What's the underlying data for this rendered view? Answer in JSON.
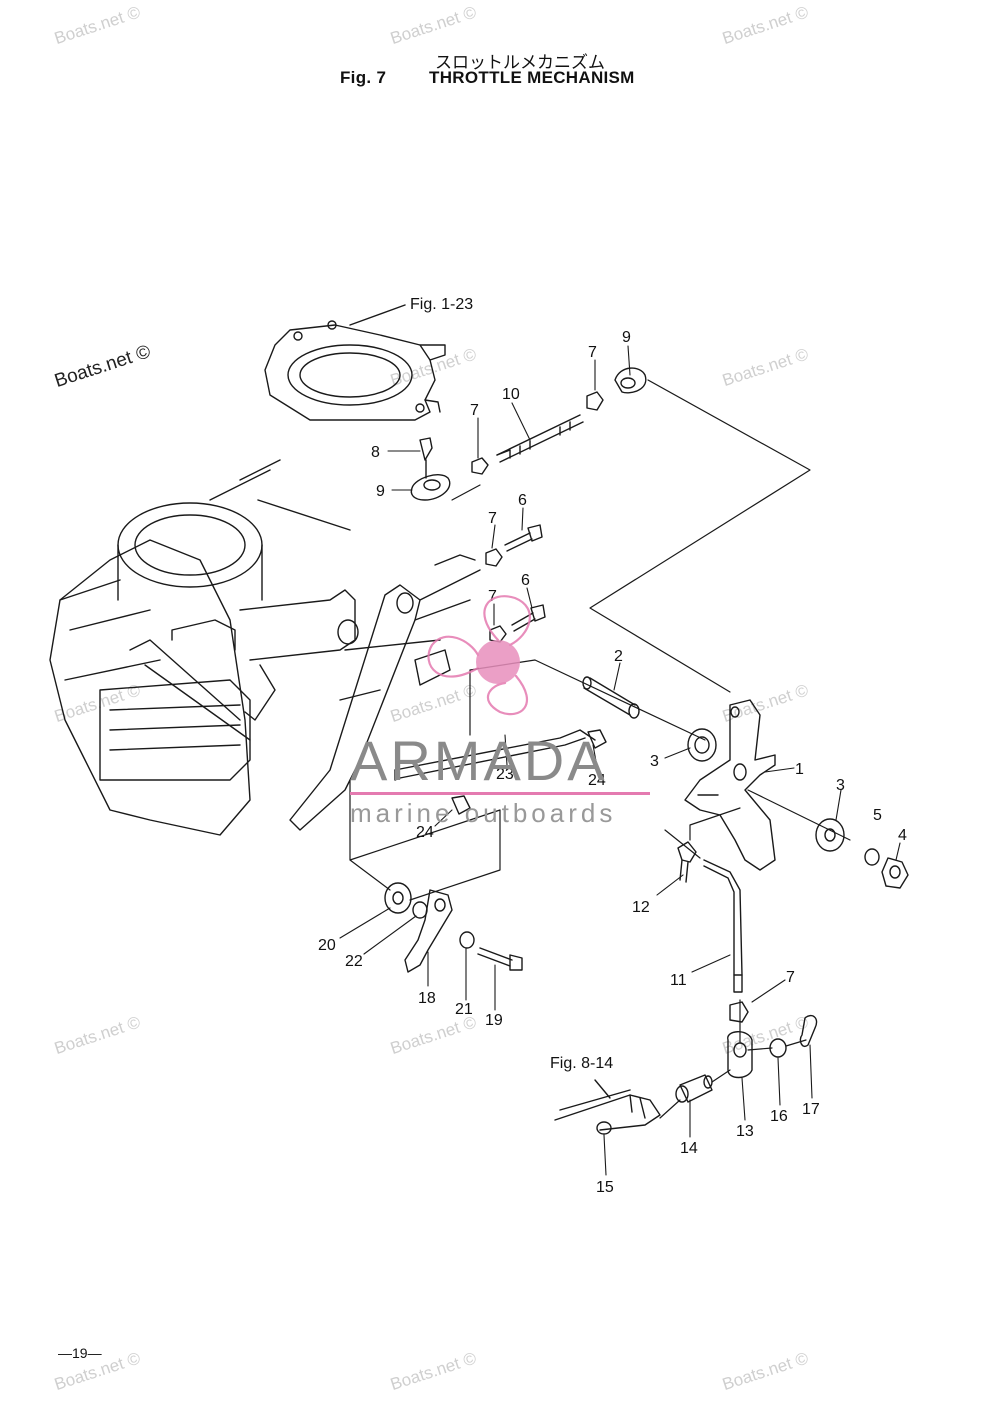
{
  "header": {
    "title_jp": "スロットルメカニズム",
    "fig_label": "Fig. 7",
    "title_en": "THROTTLE MECHANISM"
  },
  "watermarks": {
    "text": "Boats.net ©",
    "prominent": "Boats.net ©"
  },
  "logo": {
    "name": "ARMADA",
    "tagline": "marine outboards",
    "accent_color": "#e47ab0"
  },
  "references": {
    "fig_1_23": "Fig. 1-23",
    "fig_8_14": "Fig. 8-14"
  },
  "callouts": {
    "c1": "1",
    "c2": "2",
    "c3a": "3",
    "c3b": "3",
    "c4": "4",
    "c5": "5",
    "c6a": "6",
    "c6b": "6",
    "c7a": "7",
    "c7b": "7",
    "c7c": "7",
    "c7d": "7",
    "c7e": "7",
    "c8": "8",
    "c9a": "9",
    "c9b": "9",
    "c10": "10",
    "c11": "11",
    "c12": "12",
    "c13": "13",
    "c14": "14",
    "c15": "15",
    "c16": "16",
    "c17": "17",
    "c18": "18",
    "c19": "19",
    "c20": "20",
    "c21": "21",
    "c22": "22",
    "c23": "23",
    "c24a": "24",
    "c24b": "24"
  },
  "footer": {
    "page_number": "—19—"
  }
}
